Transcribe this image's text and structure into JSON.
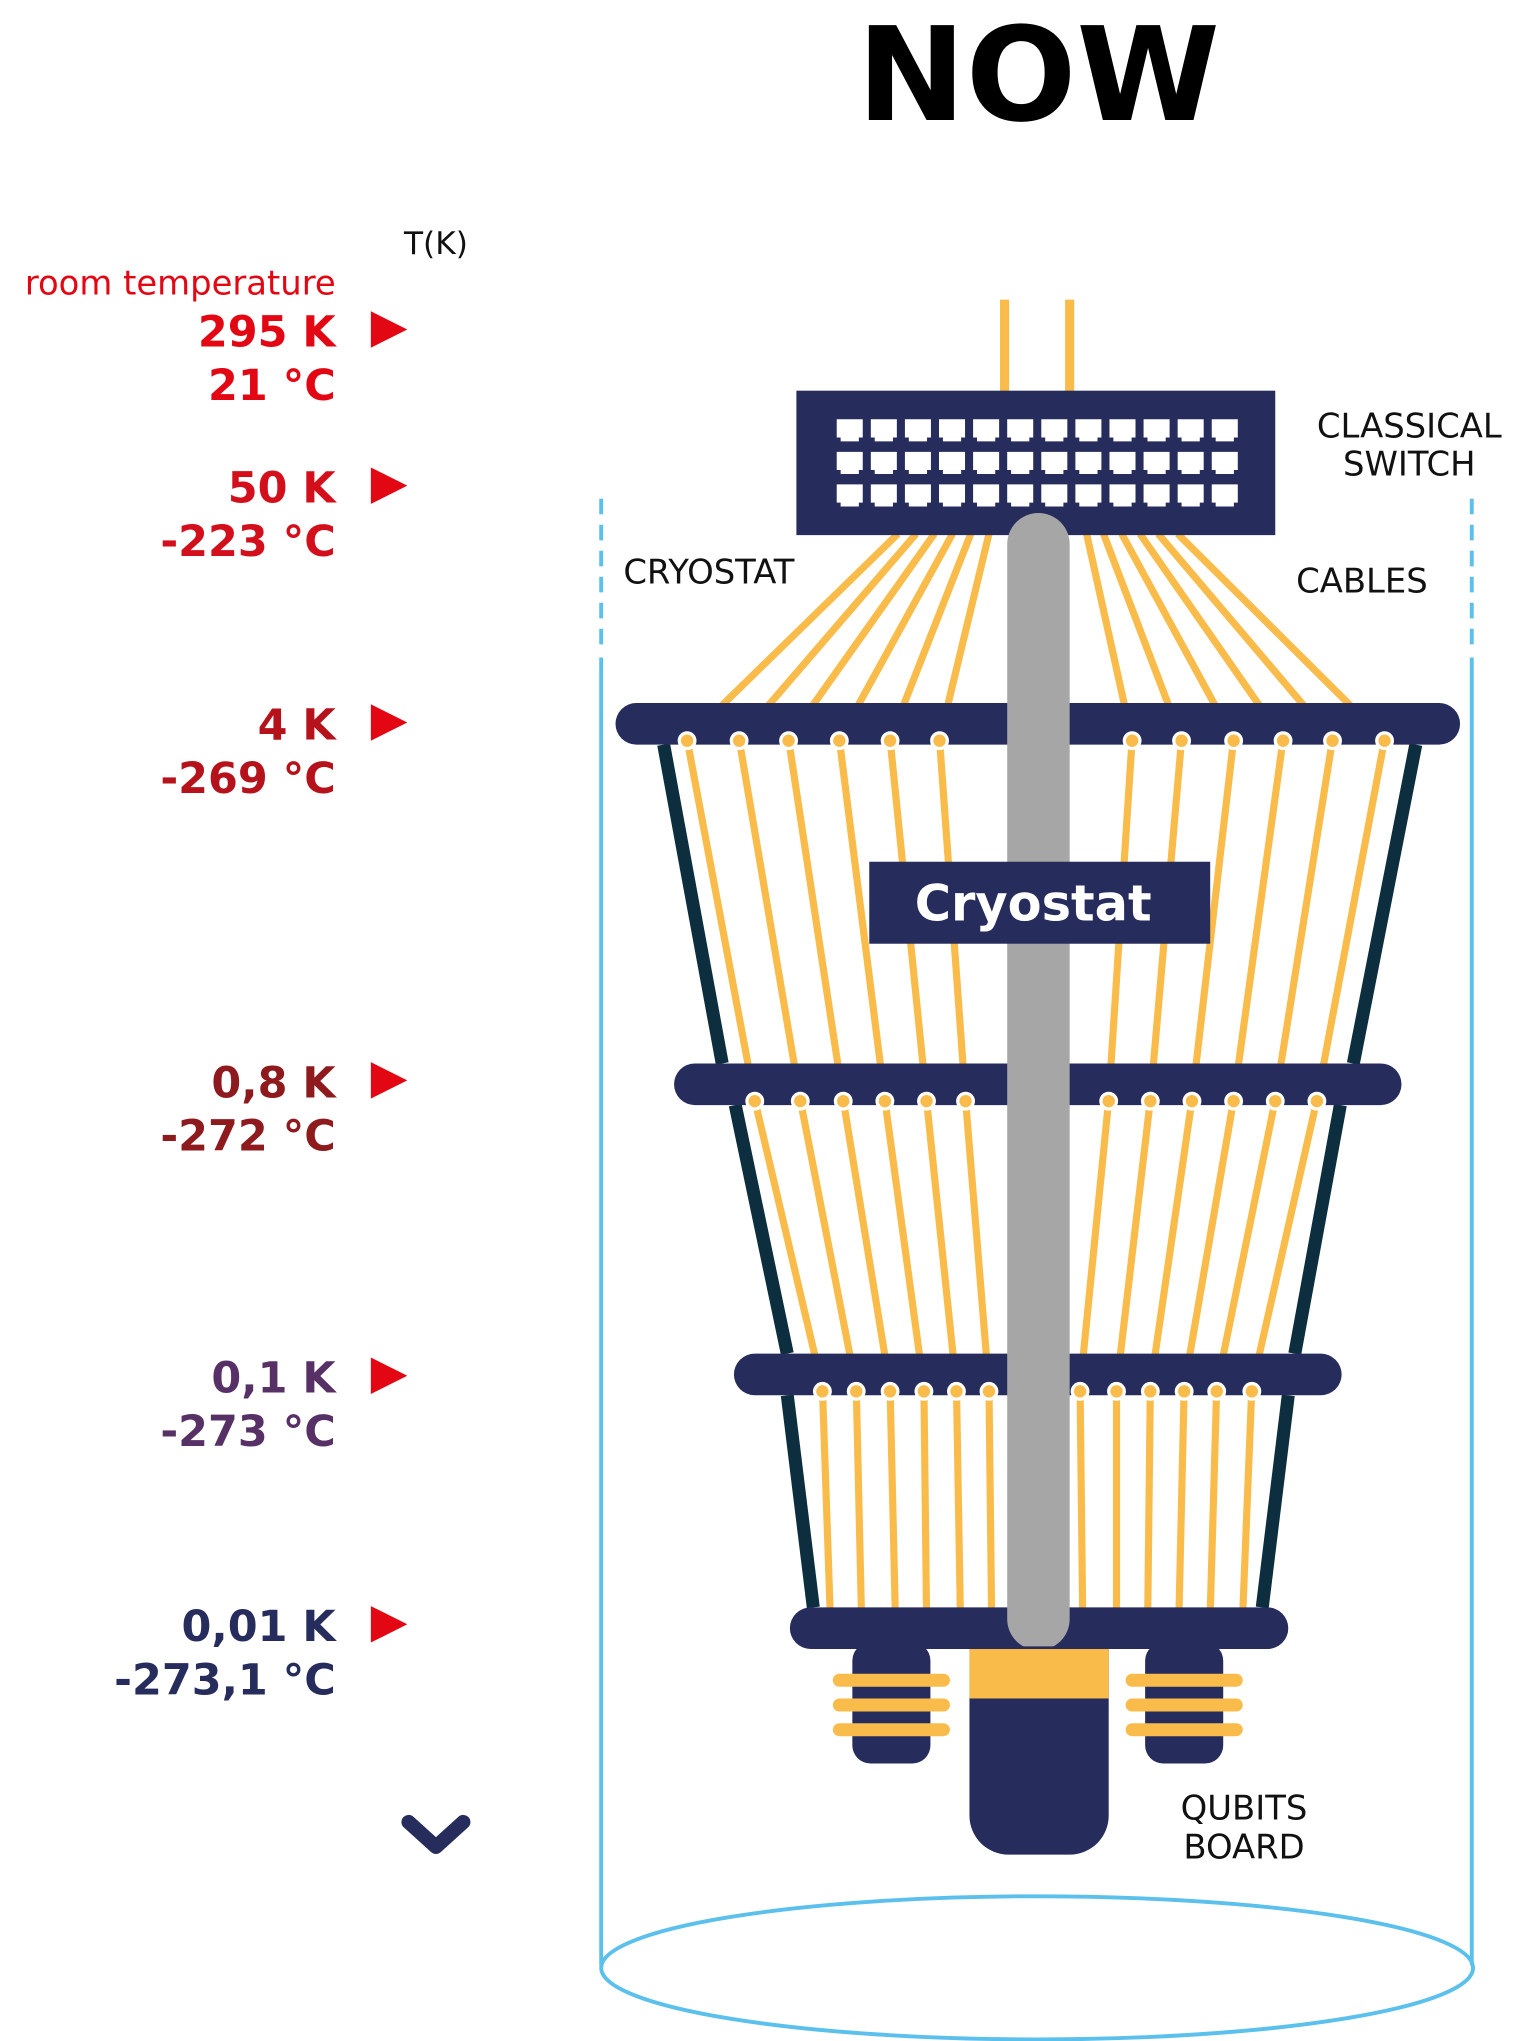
{
  "title": "NOW",
  "axis": {
    "label": "T(K)",
    "room_label": "room temperature"
  },
  "levels": [
    {
      "kelvin": "295 K",
      "celsius": "21 °C",
      "color": "#e30613"
    },
    {
      "kelvin": "50 K",
      "celsius": "-223 °C",
      "color": "#d40f1c"
    },
    {
      "kelvin": "4 K",
      "celsius": "-269 °C",
      "color": "#b5121b"
    },
    {
      "kelvin": "0,8 K",
      "celsius": "-272 °C",
      "color": "#8e1a1e"
    },
    {
      "kelvin": "0,1 K",
      "celsius": "-273 °C",
      "color": "#573166"
    },
    {
      "kelvin": "0,01 K",
      "celsius": "-273,1 °C",
      "color": "#262c5c"
    }
  ],
  "labels": {
    "classical_switch": [
      "CLASSICAL",
      "SWITCH"
    ],
    "cryostat": "CRYOSTAT",
    "cables": "CABLES",
    "qubits_board": [
      "QUBITS",
      "BOARD"
    ],
    "cryostat_box": "Cryostat"
  },
  "colors": {
    "navy": "#262c5c",
    "cable": "#f9bc4a",
    "pipe": "#a6a6a6",
    "frame": "#0d2e3e",
    "cylinder": "#5bc0eb",
    "red": "#e30613"
  }
}
